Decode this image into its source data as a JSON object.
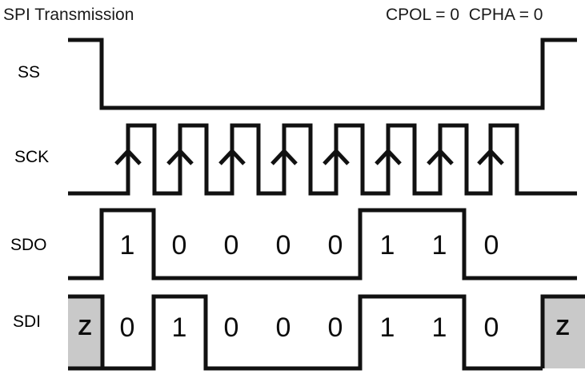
{
  "header": {
    "title": "SPI Transmission",
    "mode": "CPOL = 0  CPHA = 0"
  },
  "signals": {
    "ss": {
      "label": "SS"
    },
    "sck": {
      "label": "SCK"
    },
    "sdo": {
      "label": "SDO"
    },
    "sdi": {
      "label": "SDI"
    }
  },
  "chart_data": {
    "type": "line",
    "title": "SPI Transmission",
    "annotations": [
      "CPOL = 0",
      "CPHA = 0"
    ],
    "xlabel": "",
    "ylabel": "",
    "grid": false,
    "legend": "none",
    "clock_edges": 8,
    "clock_edge_marker": "rising-edge-arrow",
    "series": [
      {
        "name": "SS",
        "levels": [
          "high",
          "low",
          "high"
        ],
        "transitions": [
          "fall at bit 0 start",
          "rise after bit 7"
        ]
      },
      {
        "name": "SCK",
        "idle_level": "low",
        "pulses": 8,
        "values": [
          1,
          1,
          1,
          1,
          1,
          1,
          1,
          1
        ]
      },
      {
        "name": "SDO",
        "bits": [
          "1",
          "0",
          "0",
          "0",
          "0",
          "1",
          "1",
          "0"
        ],
        "values": [
          1,
          0,
          0,
          0,
          0,
          1,
          1,
          0
        ]
      },
      {
        "name": "SDI",
        "bits": [
          "Z",
          "0",
          "1",
          "0",
          "0",
          "0",
          "1",
          "1",
          "0",
          "Z"
        ],
        "values": [
          null,
          0,
          1,
          0,
          0,
          0,
          1,
          1,
          0,
          null
        ],
        "high_impedance_cells": [
          0,
          9
        ]
      }
    ]
  },
  "sdo_bit_labels": [
    "1",
    "0",
    "0",
    "0",
    "0",
    "1",
    "1",
    "0"
  ],
  "sdi_bit_labels": [
    "0",
    "1",
    "0",
    "0",
    "0",
    "1",
    "1",
    "0"
  ],
  "hiz_labels": {
    "start": "Z",
    "end": "Z"
  },
  "colors": {
    "stroke": "#111111",
    "background": "#ffffff",
    "hiz_fill": "#c9c9c9",
    "text": "#0d0d0d"
  }
}
